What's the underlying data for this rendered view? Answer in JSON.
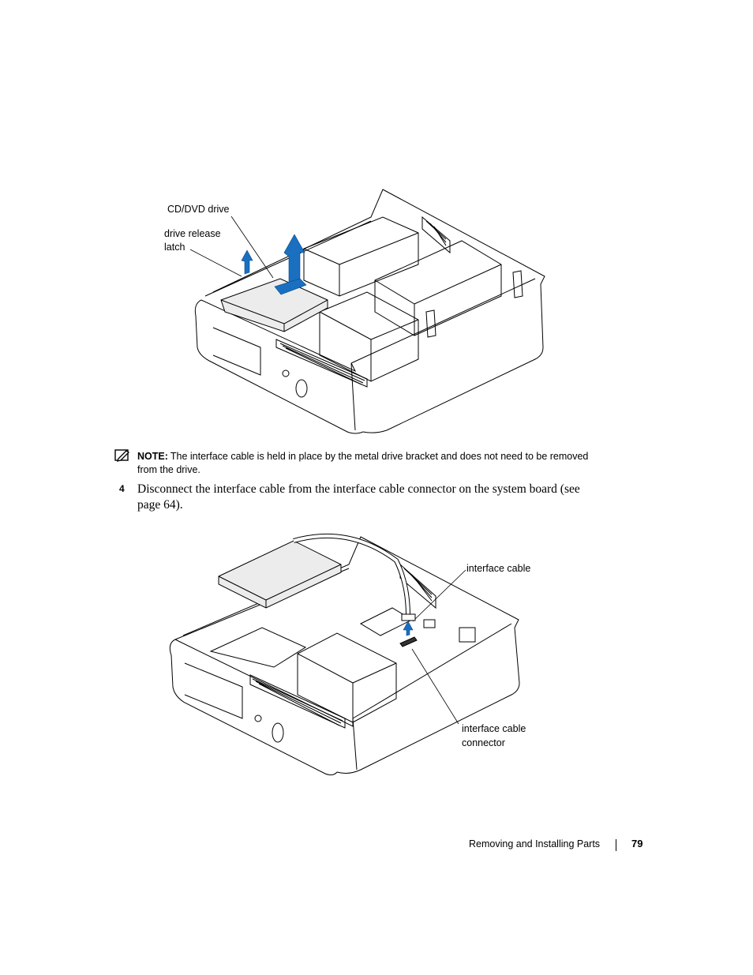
{
  "figure1": {
    "callouts": {
      "cd_dvd_drive": "CD/DVD drive",
      "drive_release_latch_line1": "drive release",
      "drive_release_latch_line2": "latch"
    }
  },
  "note": {
    "icon": "note-pencil-icon",
    "label": "NOTE:",
    "text_line1": "The interface cable is held in place by the metal drive bracket and does not need to be removed",
    "text_line2": "from the drive."
  },
  "step": {
    "number": "4",
    "text": "Disconnect the interface cable from the interface cable connector on the system board (see page 64)."
  },
  "figure2": {
    "callouts": {
      "interface_cable": "interface cable",
      "interface_cable_connector_line1": "interface cable",
      "interface_cable_connector_line2": "connector"
    }
  },
  "footer": {
    "section_title": "Removing and Installing Parts",
    "page_number": "79"
  },
  "colors": {
    "arrow_blue": "#1a6fc0",
    "line": "#000000"
  }
}
